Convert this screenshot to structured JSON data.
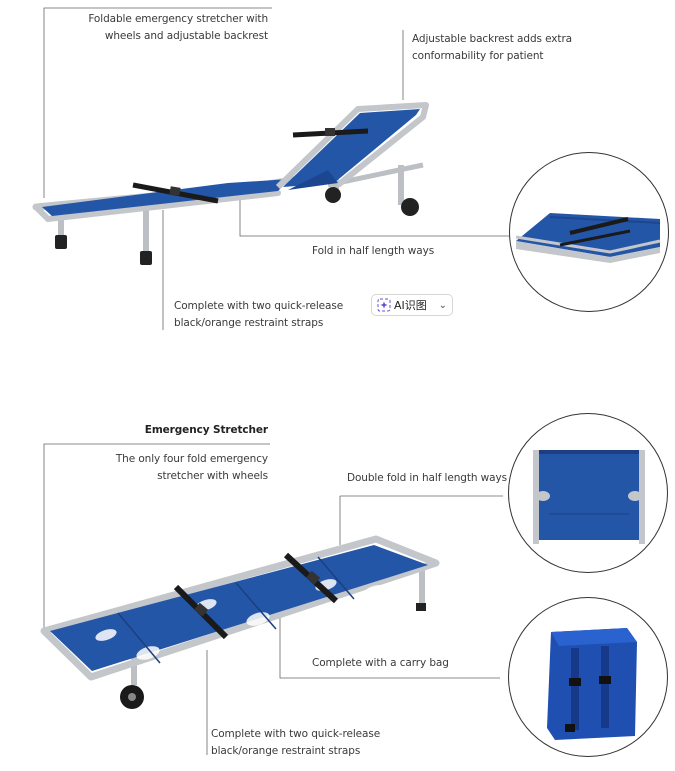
{
  "section1": {
    "caption_top_left": [
      "Foldable emergency stretcher with",
      "wheels and adjustable backrest"
    ],
    "caption_top_right": [
      "Adjustable backrest adds extra",
      "conformability for patient"
    ],
    "caption_fold": "Fold in half length ways",
    "caption_straps": [
      "Complete with two quick-release",
      "black/orange restraint straps"
    ]
  },
  "ai_button": {
    "label": "AI识图",
    "icon": "sparkle-icon",
    "chevron": "chevron-down-icon"
  },
  "section2": {
    "title": "Emergency Stretcher",
    "caption_four_fold": [
      "The only four fold emergency",
      "stretcher with wheels"
    ],
    "caption_double_fold": "Double fold in half length ways",
    "caption_bag": "Complete with a carry bag",
    "caption_straps": [
      "Complete with two quick-release",
      "black/orange restraint straps"
    ]
  },
  "colors": {
    "fabric": "#2456a8",
    "fabric_dark": "#1b3f80",
    "frame": "#b9bcc0",
    "strap": "#1a1a1a",
    "line": "#555555"
  }
}
